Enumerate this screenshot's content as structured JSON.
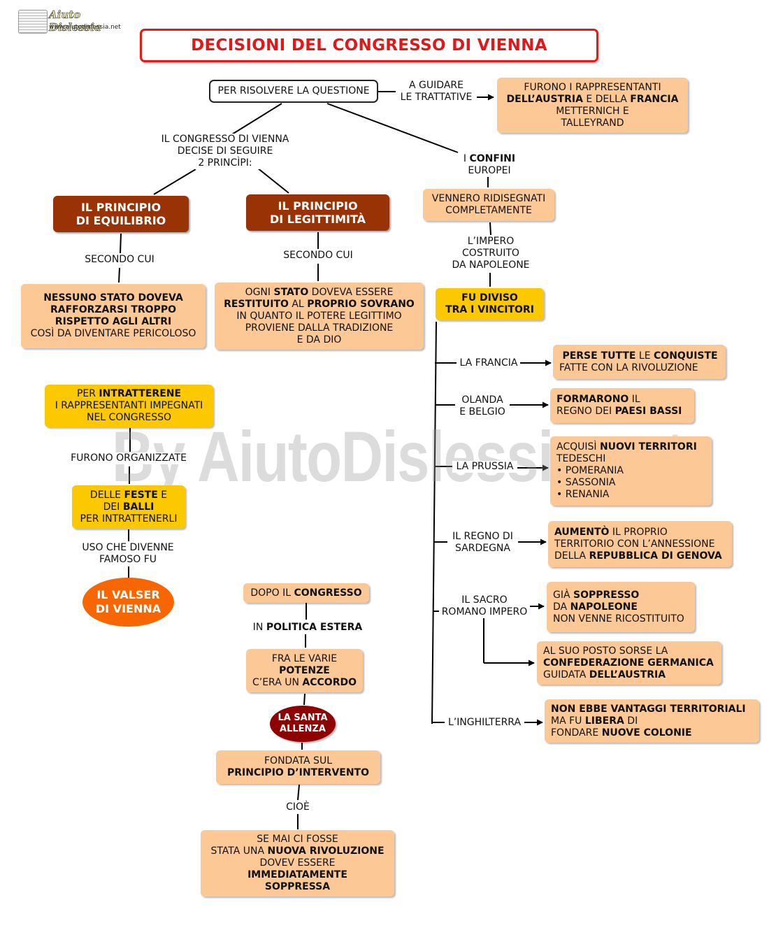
{
  "logo": {
    "name": "Aiuto Dislessia",
    "url": "www.aiutodislessia.net"
  },
  "title": "DECISIONI DEL CONGRESSO DI VIENNA",
  "watermark": "By AiutoDislessia.net",
  "top": {
    "question": "PER RISOLVERE LA QUESTIONE",
    "guide_label": [
      "A GUIDARE",
      "LE TRATTATIVE"
    ],
    "representatives": [
      [
        "",
        "FURONO I RAPPRESENTANTI",
        ""
      ],
      [
        "DELL’AUSTRIA",
        " E DELLA ",
        "FRANCIA"
      ],
      [
        "",
        "METTERNICH E",
        ""
      ],
      [
        "",
        "TALLEYRAND",
        ""
      ]
    ],
    "principles_label": [
      "IL CONGRESSO DI VIENNA",
      "DECISE DI SEGUIRE",
      "2 PRINCÌPI:"
    ]
  },
  "principles": {
    "equilibrio": {
      "title": [
        "IL PRINCIPIO",
        "DI EQUILIBRIO"
      ],
      "label": "SECONDO CUI",
      "text": [
        [
          "NESSUNO STATO DOVEVA",
          ""
        ],
        [
          "RAFFORZARSI TROPPO",
          ""
        ],
        [
          "RISPETTO AGLI ALTRI",
          ""
        ],
        [
          "",
          "COSÌ DA DIVENTARE PERICOLOSO"
        ]
      ]
    },
    "legittimita": {
      "title": [
        "IL PRINCIPIO",
        "DI LEGITTIMITÀ"
      ],
      "label": "SECONDO CUI",
      "text": [
        [
          "OGNI ",
          "STATO",
          " DOVEVA ESSERE",
          ""
        ],
        [
          "",
          "RESTITUITO",
          " AL ",
          "PROPRIO SOVRANO"
        ],
        [
          "IN QUANTO IL POTERE LEGITTIMO",
          "",
          "",
          ""
        ],
        [
          "PROVIENE DALLA TRADIZIONE",
          "",
          "",
          ""
        ],
        [
          "E DA DIO",
          "",
          "",
          ""
        ]
      ]
    }
  },
  "confini": {
    "label_pre": "I ",
    "label_bold": "CONFINI",
    "label_line2": "EUROPEI",
    "ridisegnati": [
      "VENNERO RIDISEGNATI",
      "COMPLETAMENTE"
    ],
    "impero_label": [
      "L’IMPERO",
      "COSTRUITO",
      "DA NAPOLEONE"
    ],
    "diviso": [
      "FU DIVISO",
      "TRA I VINCITORI"
    ]
  },
  "vincitori": [
    {
      "label": [
        "LA FRANCIA"
      ],
      "text": [
        [
          "",
          "PERSE TUTTE",
          " LE ",
          "CONQUISTE"
        ],
        [
          "FATTE CON LA RIVOLUZIONE",
          "",
          "",
          ""
        ]
      ]
    },
    {
      "label": [
        "OLANDA",
        "E BELGIO"
      ],
      "text": [
        [
          "",
          "FORMARONO",
          " IL",
          ""
        ],
        [
          "REGNO DEI ",
          "PAESI BASSI",
          "",
          ""
        ]
      ]
    },
    {
      "label": [
        "LA PRUSSIA"
      ],
      "text": [
        [
          "ACQUISÌ ",
          "NUOVI TERRITORI",
          "",
          ""
        ],
        [
          "TEDESCHI",
          "",
          "",
          ""
        ],
        [
          "• POMERANIA",
          "",
          "",
          ""
        ],
        [
          "•  SASSONIA",
          "",
          "",
          ""
        ],
        [
          "•  RENANIA",
          "",
          "",
          ""
        ]
      ]
    },
    {
      "label": [
        "IL REGNO DI",
        "SARDEGNA"
      ],
      "text": [
        [
          "",
          "AUMENTÒ",
          " IL PROPRIO",
          ""
        ],
        [
          "TERRITORIO CON L’ANNESSIONE",
          "",
          "",
          ""
        ],
        [
          "DELLA ",
          "REPUBBLICA DI GENOVA",
          "",
          ""
        ]
      ]
    },
    {
      "label": [
        "IL SACRO",
        "ROMANO IMPERO"
      ],
      "text": [
        [
          "GIÀ ",
          "SOPPRESSO",
          "",
          ""
        ],
        [
          "DA ",
          "NAPOLEONE",
          "",
          ""
        ],
        [
          "NON VENNE RICOSTITUITO",
          "",
          "",
          ""
        ]
      ]
    },
    {
      "label": [],
      "text": [
        [
          "AL SUO POSTO SORSE LA",
          "",
          "",
          ""
        ],
        [
          "",
          "CONFEDERAZIONE GERMANICA",
          "",
          ""
        ],
        [
          "GUIDATA ",
          "DELL’AUSTRIA",
          "",
          ""
        ]
      ]
    },
    {
      "label": [
        "L’INGHILTERRA"
      ],
      "text": [
        [
          "",
          "NON EBBE VANTAGGI TERRITORIALI",
          "",
          ""
        ],
        [
          "MA FU ",
          "LIBERA",
          " DI",
          ""
        ],
        [
          "FONDARE ",
          "NUOVE COLONIE",
          "",
          ""
        ]
      ]
    }
  ],
  "feste": {
    "intro": [
      [
        "PER ",
        "INTRATTERENE",
        ""
      ],
      [
        "I RAPPRESENTANTI IMPEGNATI",
        "",
        ""
      ],
      [
        "NEL CONGRESSO",
        "",
        ""
      ]
    ],
    "label1": "FURONO ORGANIZZATE",
    "feste": [
      [
        "DELLE ",
        "FESTE",
        " E"
      ],
      [
        "DEI ",
        "BALLI",
        ""
      ],
      [
        "PER INTRATTENERLI",
        "",
        ""
      ]
    ],
    "label2": [
      "USO CHE DIVENNE",
      "FAMOSO FU"
    ],
    "valser": [
      "IL VALSER",
      "DI VIENNA"
    ]
  },
  "alleanza": {
    "dopo": [
      "DOPO IL ",
      "CONGRESSO"
    ],
    "politica": [
      "IN ",
      "POLITICA ESTERA"
    ],
    "accordo": [
      [
        "FRA LE VARIE",
        ""
      ],
      [
        "",
        "POTENZE"
      ],
      [
        "C’ERA UN ",
        "ACCORDO"
      ]
    ],
    "santa": [
      "LA SANTA",
      "ALLENZA"
    ],
    "fondata": [
      [
        "FONDATA SUL",
        ""
      ],
      [
        "",
        "PRINCIPIO D’INTERVENTO"
      ]
    ],
    "cioe": "CIOÈ",
    "rivoluzione": [
      [
        "SE MAI CI FOSSE",
        ""
      ],
      [
        "STATA UNA ",
        "NUOVA RIVOLUZIONE"
      ],
      [
        "DOVEV ESSERE",
        ""
      ],
      [
        "",
        "IMMEDIATAMENTE"
      ],
      [
        "",
        "SOPPRESSA"
      ]
    ]
  }
}
